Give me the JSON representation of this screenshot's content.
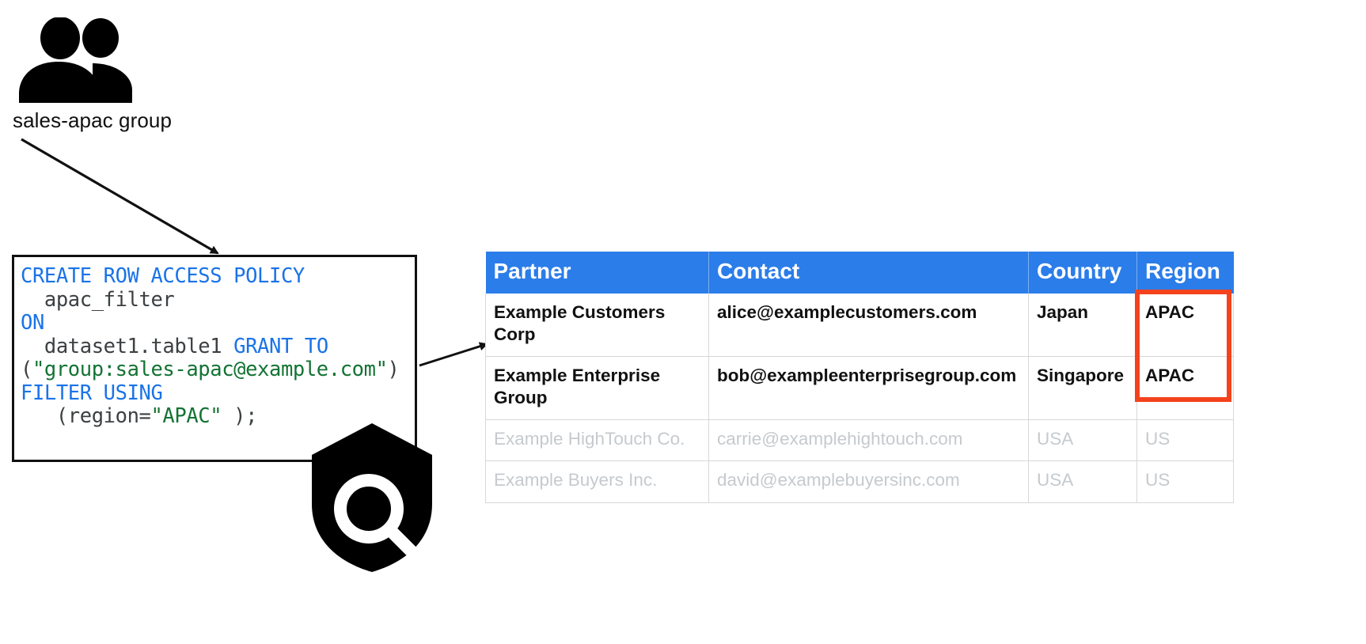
{
  "diagram": {
    "group": {
      "icon": "people-group-icon",
      "label": "sales-apac group"
    },
    "shield": {
      "icon": "shield-magnifier-icon"
    },
    "arrows": [
      {
        "name": "arrow-group-to-code"
      },
      {
        "name": "arrow-code-to-table"
      }
    ],
    "code_block": {
      "language": "sql",
      "lines": [
        [
          {
            "t": "CREATE ROW ACCESS POLICY",
            "c": "kw"
          }
        ],
        [
          {
            "t": "  apac_filter",
            "c": "pln"
          }
        ],
        [
          {
            "t": "ON",
            "c": "kw"
          }
        ],
        [
          {
            "t": "  dataset1.table1 ",
            "c": "pln"
          },
          {
            "t": "GRANT TO",
            "c": "kw"
          }
        ],
        [
          {
            "t": "(",
            "c": "pln"
          },
          {
            "t": "\"group:sales-apac@example.com\"",
            "c": "str"
          },
          {
            "t": ")",
            "c": "pln"
          }
        ],
        [
          {
            "t": "FILTER USING",
            "c": "kw"
          }
        ],
        [
          {
            "t": "   (region=",
            "c": "pln"
          },
          {
            "t": "\"APAC\"",
            "c": "str"
          },
          {
            "t": " );",
            "c": "pln"
          }
        ]
      ],
      "plain_text": "CREATE ROW ACCESS POLICY\n  apac_filter\nON\n  dataset1.table1 GRANT TO\n(\"group:sales-apac@example.com\")\nFILTER USING\n   (region=\"APAC\" );"
    },
    "table": {
      "columns": [
        {
          "key": "partner",
          "label": "Partner"
        },
        {
          "key": "contact",
          "label": "Contact"
        },
        {
          "key": "country",
          "label": "Country"
        },
        {
          "key": "region",
          "label": "Region"
        }
      ],
      "rows": [
        {
          "state": "allowed",
          "partner": "Example Customers Corp",
          "contact": "alice@examplecustomers.com",
          "country": "Japan",
          "region": "APAC"
        },
        {
          "state": "allowed",
          "partner": "Example Enterprise Group",
          "contact": "bob@exampleenterprisegroup.com",
          "country": "Singapore",
          "region": "APAC"
        },
        {
          "state": "denied",
          "partner": "Example HighTouch Co.",
          "contact": "carrie@examplehightouch.com",
          "country": "USA",
          "region": "US"
        },
        {
          "state": "denied",
          "partner": "Example Buyers Inc.",
          "contact": "david@examplebuyersinc.com",
          "country": "USA",
          "region": "US"
        }
      ],
      "highlight": {
        "name": "region-apac-highlight",
        "covers": "Region column, first two rows"
      }
    },
    "colors": {
      "header_blue": "#2b7de9",
      "keyword_blue": "#1a73e8",
      "string_green": "#137333",
      "highlight_red": "#f4421d",
      "denied_grey": "#c6cace",
      "code_text": "#36474f",
      "border_grey": "#d8d8d8"
    }
  }
}
